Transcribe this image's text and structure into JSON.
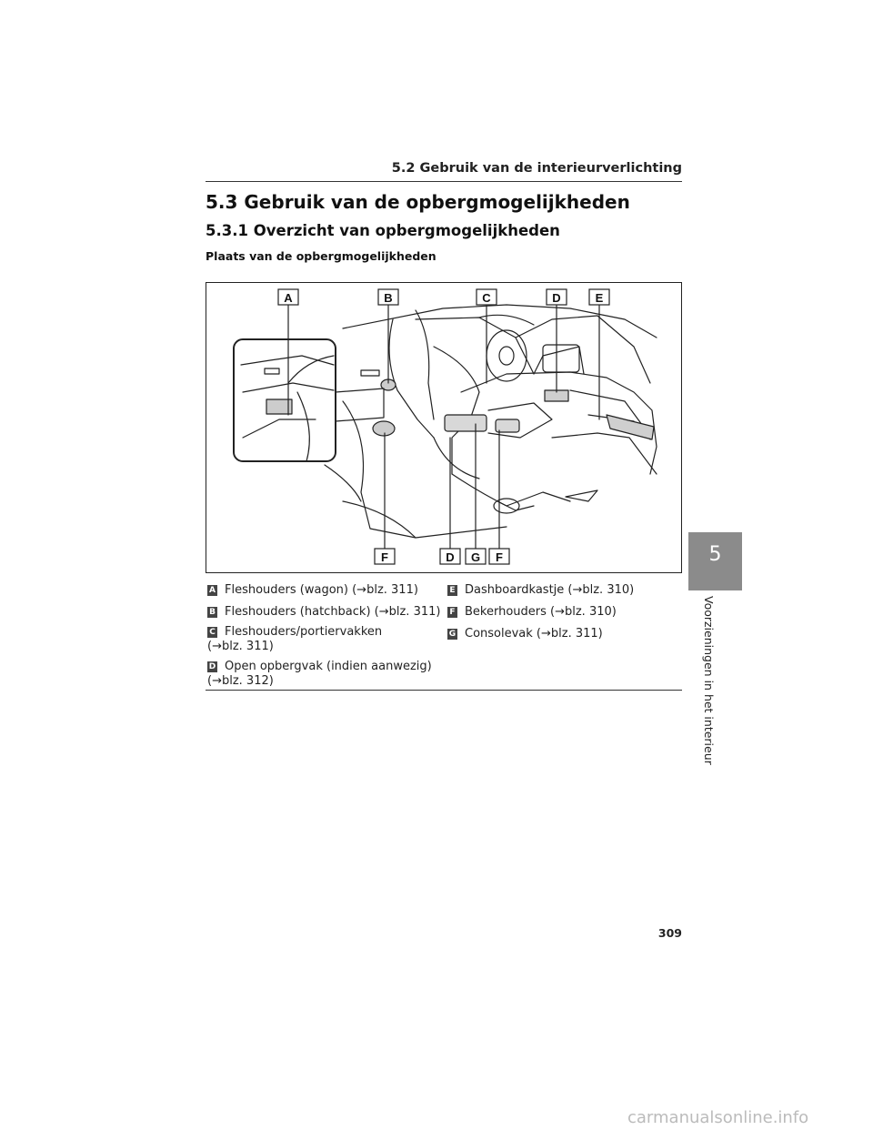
{
  "header": {
    "section": "5.2 Gebruik van de interieurverlichting"
  },
  "content": {
    "title": "5.3 Gebruik van de opbergmogelijkheden",
    "subtitle": "5.3.1 Overzicht van opbergmogelijkheden",
    "figure_heading": "Plaats van de opbergmogelijkheden"
  },
  "figure": {
    "callouts_top": [
      "A",
      "B",
      "C",
      "D",
      "E"
    ],
    "callouts_bottom": [
      "F",
      "D",
      "G",
      "F"
    ]
  },
  "legend": {
    "left": [
      {
        "letter": "A",
        "text": "Fleshouders (wagon) (→blz. 311)",
        "cont": ""
      },
      {
        "letter": "B",
        "text": "Fleshouders (hatchback) (→blz. 311)",
        "cont": ""
      },
      {
        "letter": "C",
        "text": "Fleshouders/portiervakken",
        "cont": "(→blz. 311)"
      },
      {
        "letter": "D",
        "text": "Open opbergvak (indien aanwezig)",
        "cont": "(→blz. 312)"
      }
    ],
    "right": [
      {
        "letter": "E",
        "text": "Dashboardkastje (→blz. 310)",
        "cont": ""
      },
      {
        "letter": "F",
        "text": "Bekerhouders (→blz. 310)",
        "cont": ""
      },
      {
        "letter": "G",
        "text": "Consolevak (→blz. 311)",
        "cont": ""
      }
    ]
  },
  "side_tab": {
    "number": "5",
    "label": "Voorzieningen in het interieur"
  },
  "page_number": "309",
  "watermark": "carmanualsonline.info",
  "colors": {
    "tab": "#8b8b8b",
    "badge": "#444444"
  }
}
